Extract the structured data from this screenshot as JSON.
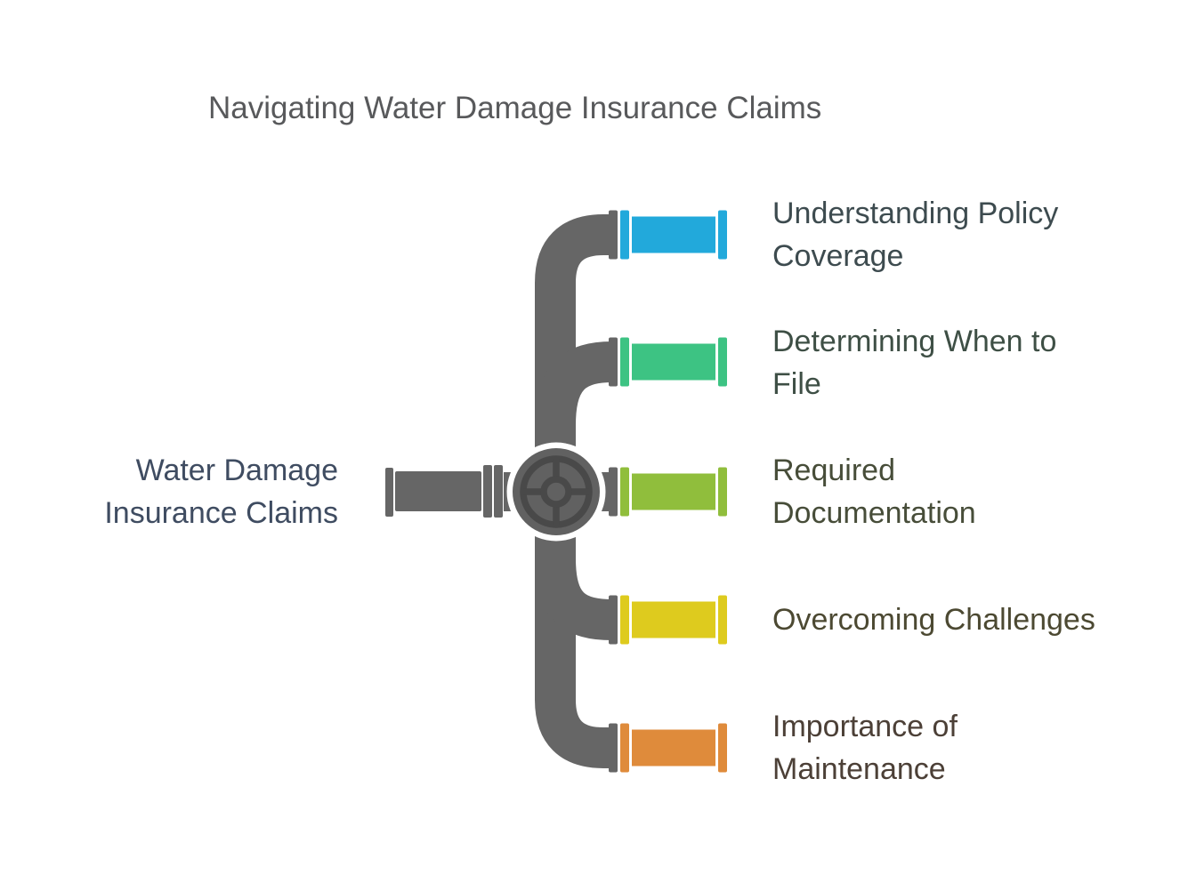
{
  "title": {
    "text": "Navigating Water Damage Insurance Claims",
    "color": "#58595B"
  },
  "root_node": {
    "label": "Water Damage Insurance Claims",
    "lines": [
      "Water Damage",
      "Insurance Claims"
    ],
    "text_color": "#3F4C61"
  },
  "branches": [
    {
      "label": "Understanding Policy Coverage",
      "lines": [
        "Understanding Policy",
        "Coverage"
      ],
      "pipe_color": "#22A9DB",
      "text_color": "#3D4B4F"
    },
    {
      "label": "Determining When to File",
      "lines": [
        "Determining When to",
        "File"
      ],
      "pipe_color": "#3DC383",
      "text_color": "#3E4F45"
    },
    {
      "label": "Required Documentation",
      "lines": [
        "Required",
        "Documentation"
      ],
      "pipe_color": "#90BE3C",
      "text_color": "#474D39"
    },
    {
      "label": "Overcoming Challenges",
      "lines": [
        "Overcoming Challenges"
      ],
      "pipe_color": "#DECB1E",
      "text_color": "#4C4932"
    },
    {
      "label": "Importance of Maintenance",
      "lines": [
        "Importance of",
        "Maintenance"
      ],
      "pipe_color": "#DF8B3B",
      "text_color": "#4C4037"
    }
  ],
  "pipes": {
    "gray": "#666666",
    "valve_fill": "#616161",
    "valve_lines": "#494949",
    "flange_white": "#FFFFFF"
  },
  "background": "#FFFFFF"
}
